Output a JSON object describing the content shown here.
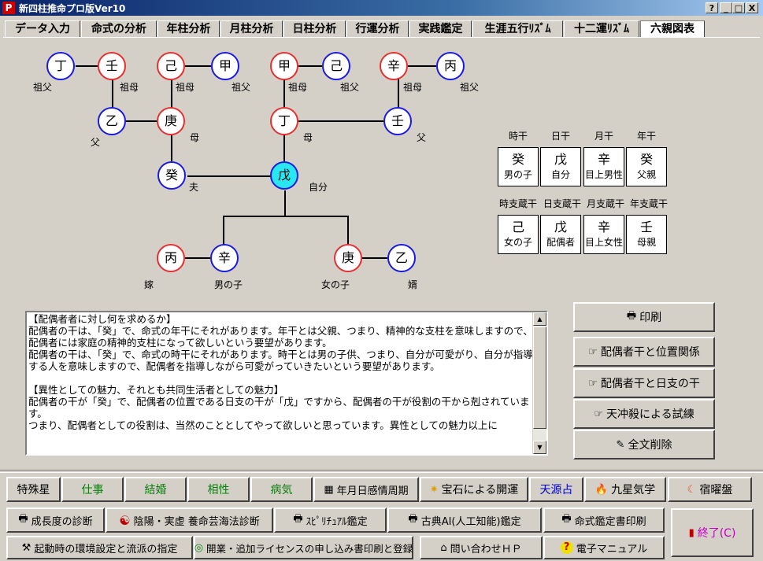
{
  "window": {
    "title": "新四柱推命プロ版Ver10",
    "help_label": "?",
    "minimize_label": "_",
    "maximize_label": "□",
    "close_label": "X"
  },
  "tabs": [
    "データ入力",
    "命式の分析",
    "年柱分析",
    "月柱分析",
    "日柱分析",
    "行運分析",
    "実践鑑定",
    "生涯五行ﾘｽﾞﾑ",
    "十二運ﾘｽﾞﾑ",
    "六親図表"
  ],
  "tree": {
    "nodes": [
      {
        "id": "n1",
        "kanji": "丁",
        "color": "blue",
        "label": "祖父"
      },
      {
        "id": "n2",
        "kanji": "壬",
        "color": "red",
        "label": "祖母"
      },
      {
        "id": "n3",
        "kanji": "己",
        "color": "red",
        "label": "祖母"
      },
      {
        "id": "n4",
        "kanji": "甲",
        "color": "blue",
        "label": "祖父"
      },
      {
        "id": "n5",
        "kanji": "甲",
        "color": "red",
        "label": "祖母"
      },
      {
        "id": "n6",
        "kanji": "己",
        "color": "blue",
        "label": "祖父"
      },
      {
        "id": "n7",
        "kanji": "辛",
        "color": "red",
        "label": "祖母"
      },
      {
        "id": "n8",
        "kanji": "丙",
        "color": "blue",
        "label": "祖父"
      },
      {
        "id": "n9",
        "kanji": "乙",
        "color": "blue",
        "label": "父"
      },
      {
        "id": "n10",
        "kanji": "庚",
        "color": "red",
        "label": "母"
      },
      {
        "id": "n11",
        "kanji": "丁",
        "color": "red",
        "label": "母"
      },
      {
        "id": "n12",
        "kanji": "壬",
        "color": "blue",
        "label": "父"
      },
      {
        "id": "n13",
        "kanji": "癸",
        "color": "blue",
        "label": "夫"
      },
      {
        "id": "n14",
        "kanji": "戊",
        "color": "self",
        "label": "自分"
      },
      {
        "id": "n15",
        "kanji": "丙",
        "color": "red",
        "label": "嫁"
      },
      {
        "id": "n16",
        "kanji": "辛",
        "color": "blue",
        "label": "男の子"
      },
      {
        "id": "n17",
        "kanji": "庚",
        "color": "red",
        "label": "女の子"
      },
      {
        "id": "n18",
        "kanji": "乙",
        "color": "blue",
        "label": "婿"
      }
    ]
  },
  "stems": {
    "headers": [
      "時干",
      "日干",
      "月干",
      "年干"
    ],
    "cells": [
      {
        "kanji": "癸",
        "role": "男の子"
      },
      {
        "kanji": "戊",
        "role": "自分"
      },
      {
        "kanji": "辛",
        "role": "目上男性"
      },
      {
        "kanji": "癸",
        "role": "父親"
      }
    ]
  },
  "hidden_stems": {
    "headers": [
      "時支蔵干",
      "日支蔵干",
      "月支蔵干",
      "年支蔵干"
    ],
    "cells": [
      {
        "kanji": "己",
        "role": "女の子"
      },
      {
        "kanji": "戊",
        "role": "配偶者"
      },
      {
        "kanji": "辛",
        "role": "目上女性"
      },
      {
        "kanji": "壬",
        "role": "母親"
      }
    ]
  },
  "text_lines": [
    "【配偶者者に対し何を求めるか】",
    "配偶者の干は、「癸」で、命式の年干にそれがあります。年干とは父親、つまり、精神的な支柱を意味しますので、配偶者には家庭の精神的支柱になって欲しいという要望があります。",
    "配偶者の干は、「癸」で、命式の時干にそれがあります。時干とは男の子供、つまり、自分が可愛がり、自分が指導する人を意味しますので、配偶者を指導しながら可愛がっていきたいという要望があります。",
    "",
    "【異性としての魅力、それとも共同生活者としての魅力】",
    "配偶者の干が「癸」で、配偶者の位置である日支の干が「戊」ですから、配偶者の干が役割の干から剋されています。",
    "つまり、配偶者としての役割は、当然のこととしてやって欲しいと思っています。異性としての魅力以上に"
  ],
  "side_buttons": [
    {
      "icon": "printer-icon",
      "glyph": "🖶",
      "label": "印刷"
    },
    {
      "icon": "hand-point-icon",
      "glyph": "☞",
      "label": "配偶者干と位置関係"
    },
    {
      "icon": "hand-point-icon",
      "glyph": "☞",
      "label": "配偶者干と日支の干"
    },
    {
      "icon": "hand-point-icon",
      "glyph": "☞",
      "label": "天冲殺による試練"
    },
    {
      "icon": "eraser-icon",
      "glyph": "✎",
      "label": "全文削除"
    }
  ],
  "bottom_row1": [
    {
      "label": "特殊星",
      "style": "",
      "glyph": ""
    },
    {
      "label": "仕事",
      "style": "green",
      "glyph": ""
    },
    {
      "label": "結婚",
      "style": "green",
      "glyph": ""
    },
    {
      "label": "相性",
      "style": "green",
      "glyph": ""
    },
    {
      "label": "病気",
      "style": "green",
      "glyph": ""
    },
    {
      "label": "年月日感情周期",
      "style": "",
      "glyph": "▦",
      "icon": "calendar-icon"
    },
    {
      "label": "宝石による開運",
      "style": "",
      "glyph": "✷",
      "icon": "sparkle-icon"
    },
    {
      "label": "天源占",
      "style": "blue",
      "glyph": ""
    },
    {
      "label": "九星気学",
      "style": "",
      "glyph": "🔥",
      "icon": "flame-icon"
    },
    {
      "label": "宿曜盤",
      "style": "",
      "glyph": "☾",
      "icon": "moon-icon"
    }
  ],
  "bottom_row2": [
    {
      "label": "成長度の診断",
      "glyph": "🖶",
      "icon": "printer-icon"
    },
    {
      "label": "陰陽・実虚  養命芸海法診断",
      "glyph": "☯",
      "icon": "yin-yang-icon"
    },
    {
      "label": "ｽﾋﾟﾘﾁｭｱﾙ鑑定",
      "glyph": "🖶",
      "icon": "printer-icon"
    },
    {
      "label": "古典AI(人工知能)鑑定",
      "glyph": "🖶",
      "icon": "printer-icon"
    },
    {
      "label": "命式鑑定書印刷",
      "glyph": "🖶",
      "icon": "printer-icon"
    }
  ],
  "bottom_row3": [
    {
      "label": "起動時の環境設定と流派の指定",
      "glyph": "⚒",
      "icon": "tools-icon"
    },
    {
      "label": "開業・追加ライセンスの申し込み書印刷と登録",
      "glyph": "◎",
      "icon": "license-icon"
    },
    {
      "label": "問い合わせＨＰ",
      "glyph": "⌂",
      "icon": "web-icon"
    },
    {
      "label": "電子マニュアル",
      "glyph": "?",
      "icon": "help-icon"
    }
  ],
  "exit_button": {
    "label": "終了(C)",
    "glyph": "▮"
  }
}
